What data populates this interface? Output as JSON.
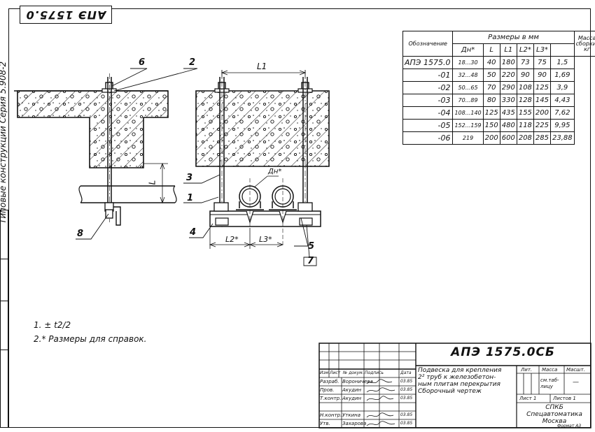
{
  "stamp_top": "АПЭ 1575.0",
  "side_text": "Типовые конструкции   Серия 5.908-2",
  "spec_table": {
    "header_designation": "Обозначение",
    "header_dims": "Размеры в мм",
    "header_mass": "Масса сборки, кг",
    "col_dn": "Дн*",
    "col_l": "L",
    "col_l1": "L1",
    "col_l2": "L2*",
    "col_l3": "L3*",
    "rows": [
      {
        "des": "АПЭ 1575.0",
        "dn": "18...30",
        "l": "40",
        "l1": "180",
        "l2": "73",
        "l3": "75",
        "m": "1,5"
      },
      {
        "des": "-01",
        "dn": "32...48",
        "l": "50",
        "l1": "220",
        "l2": "90",
        "l3": "90",
        "m": "1,69"
      },
      {
        "des": "-02",
        "dn": "50...65",
        "l": "70",
        "l1": "290",
        "l2": "108",
        "l3": "125",
        "m": "3,9"
      },
      {
        "des": "-03",
        "dn": "70...89",
        "l": "80",
        "l1": "330",
        "l2": "128",
        "l3": "145",
        "m": "4,43"
      },
      {
        "des": "-04",
        "dn": "108...140",
        "l": "125",
        "l1": "435",
        "l2": "155",
        "l3": "200",
        "m": "7,62"
      },
      {
        "des": "-05",
        "dn": "152...159",
        "l": "150",
        "l1": "480",
        "l2": "118",
        "l3": "225",
        "m": "9,95"
      },
      {
        "des": "-06",
        "dn": "219",
        "l": "200",
        "l1": "600",
        "l2": "208",
        "l3": "285",
        "m": "23,88"
      }
    ]
  },
  "callouts": {
    "c1": "1",
    "c2": "2",
    "c3": "3",
    "c4": "4",
    "c5": "5",
    "c6": "6",
    "c7": "7",
    "c8": "8"
  },
  "dims": {
    "l1": "L1",
    "l": "L",
    "l2": "L2*",
    "l3": "L3*",
    "dn": "Дн*"
  },
  "notes": {
    "n1_prefix": "1.",
    "n1_expr": "± t2/2",
    "n2": "2.* Размеры для справок."
  },
  "title_block": {
    "code": "АПЭ 1575.0СБ",
    "title_lines": [
      "Подвеска для крепления",
      "2² труб к железобетон-",
      "ным плитам перекрытия",
      "Сборочный чертеж"
    ],
    "col_lit": "Лит.",
    "col_mass": "Масса",
    "col_scale": "Масшт.",
    "mass_value": "см.таб-лицу",
    "scale_value": "—",
    "sheet": "Лист 1",
    "sheets": "Листов 1",
    "org_line1": "СПКБ",
    "org_line2": "Спецавтоматика",
    "org_line3": "Москва",
    "format": "Формат А3",
    "hdr": [
      "Изм",
      "Лист",
      "№ докум.",
      "Подпись",
      "Дата"
    ],
    "roles": [
      "Разраб.",
      "Пров.",
      "Т.контр.",
      "",
      "Н.контр.",
      "Утв."
    ],
    "names": [
      "Вороничева",
      "Акудин",
      "Акудин",
      "",
      "Уткина",
      "Захарова"
    ],
    "dates": [
      "03.85",
      "03.85",
      "03.85",
      "",
      "03.85",
      "03.85"
    ]
  }
}
